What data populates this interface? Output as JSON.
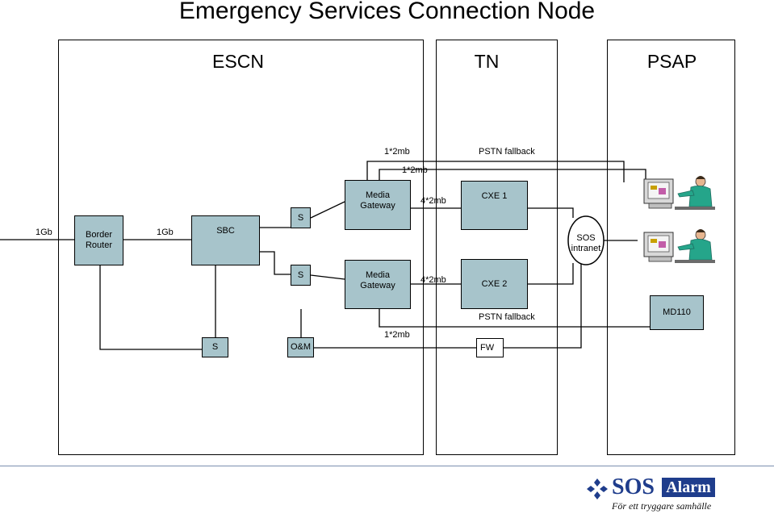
{
  "title": "Emergency Services Connection Node",
  "zones": {
    "escn": "ESCN",
    "tn": "TN",
    "psap": "PSAP"
  },
  "nodes": {
    "border_router": "Border\nRouter",
    "sbc": "SBC",
    "s_top": "S",
    "s_mid": "S",
    "s_bottom": "S",
    "om": "O&M",
    "media_gateway_1": "Media\nGateway",
    "media_gateway_2": "Media\nGateway",
    "cxe1": "CXE 1",
    "cxe2": "CXE 2",
    "fw": "FW",
    "md110": "MD110",
    "sos_intranet": "SOS\nintranet"
  },
  "links": {
    "ext_1gb": "1Gb",
    "br_sbc_1gb": "1Gb",
    "top_1x2mb": "1*2mb",
    "pstn_fallback_top": "PSTN fallback",
    "mg1_1x2mb": "1*2mb",
    "mg1_cxe1_4x2mb": "4*2mb",
    "mg2_cxe2_4x2mb": "4*2mb",
    "pstn_fallback_bottom": "PSTN fallback",
    "om_fw_1x2mb": "1*2mb"
  },
  "logo": {
    "brand": "SOS",
    "brand2": "Alarm",
    "tagline": "För ett tryggare samhälle"
  },
  "colors": {
    "node_fill": "#a7c4cb",
    "logo_blue": "#1f3d8c",
    "divider": "#7a8fb0"
  },
  "icons": [
    "operator-workstation-icon",
    "operator-workstation-icon",
    "sos-alarm-logo-icon"
  ]
}
